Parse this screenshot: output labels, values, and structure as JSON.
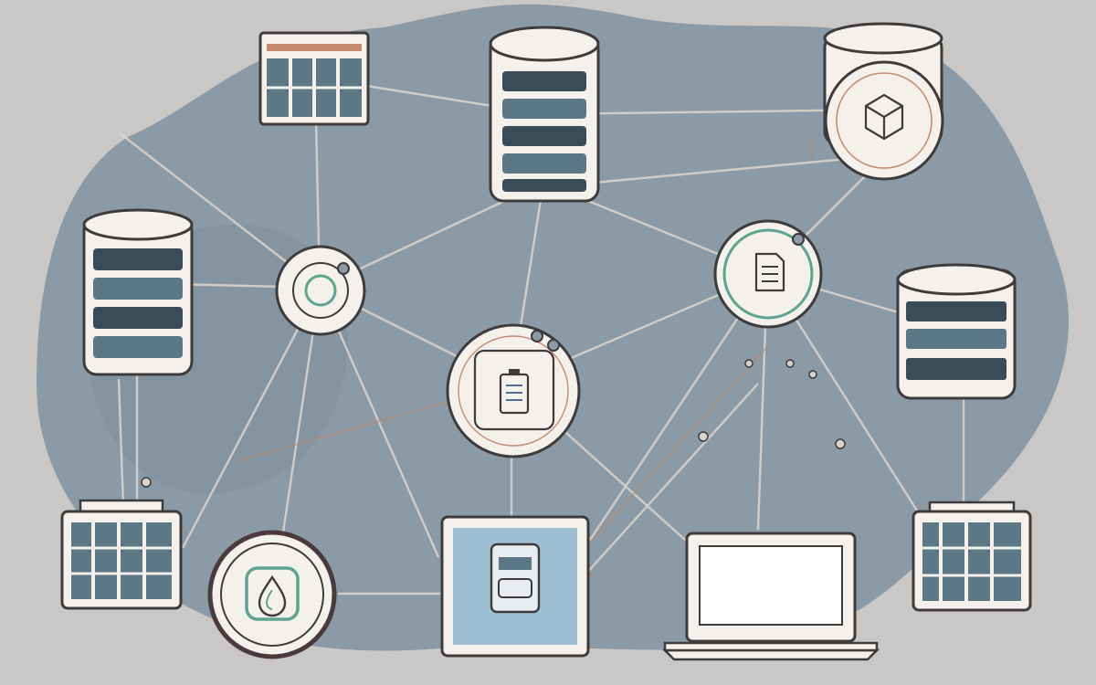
{
  "diagram": {
    "colors": {
      "background": "#c9c8c6",
      "blob": "#8a9aa6",
      "outline": "#3e3b3d",
      "paper": "#f4f0ec",
      "slot": "#5c7785",
      "accent_teal": "#5fa392",
      "link": "#d9d2cb"
    },
    "nodes": [
      {
        "id": "server-rack-top",
        "kind": "server-panel"
      },
      {
        "id": "database-top-center",
        "kind": "database-cylinder"
      },
      {
        "id": "database-top-right",
        "kind": "database-with-cube-icon"
      },
      {
        "id": "database-left",
        "kind": "database-cylinder"
      },
      {
        "id": "hub-left",
        "kind": "circle-hub"
      },
      {
        "id": "hub-center",
        "kind": "circle-hub-with-document"
      },
      {
        "id": "hub-right",
        "kind": "circle-hub-with-document"
      },
      {
        "id": "database-right",
        "kind": "database-cylinder"
      },
      {
        "id": "server-rack-bottom-left",
        "kind": "server-panel"
      },
      {
        "id": "security-hub",
        "kind": "circle-hub-with-shield"
      },
      {
        "id": "storage-device",
        "kind": "tablet-with-drive"
      },
      {
        "id": "laptop",
        "kind": "laptop"
      },
      {
        "id": "server-rack-bottom-right",
        "kind": "server-panel"
      }
    ]
  }
}
